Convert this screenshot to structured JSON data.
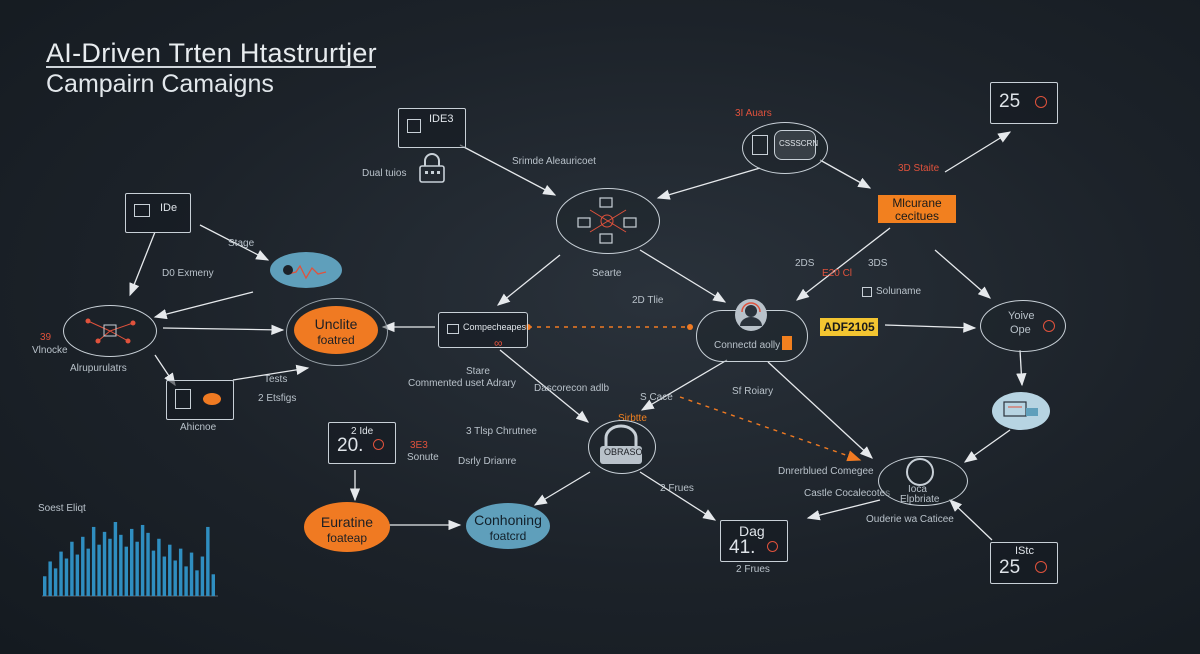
{
  "header": {
    "title": "AI-Driven Trten Htastrurtjer",
    "subtitle": "Campairn Camaigns"
  },
  "nodes": {
    "top_mid_box": {
      "label": "IDE3"
    },
    "dual_label": "Dual tuios",
    "left_box": {
      "label": "IDe"
    },
    "stage_label": "Stage",
    "left_hub": {
      "label_red": "39",
      "label": "Vlnocke",
      "caption": "Alrupurulatrs"
    },
    "db_label": "D0 Exmeny",
    "orange_ellipse": {
      "line1": "Unclite",
      "line2": "foatred"
    },
    "center_hub": {
      "caption": "Srimde Aleauricoet",
      "icon_caption": "Searte"
    },
    "top_right_hub": {
      "label": "3I Auars",
      "caption": "CSSSCRN"
    },
    "top_right_box": {
      "label": "25"
    },
    "orange_rect": {
      "line1": "Mlcurane",
      "line2": "cecitues"
    },
    "orange_rect_label": "3D Staite",
    "person_hub": {
      "caption": "Connectd aolly"
    },
    "yellow_rect": {
      "label": "ADF2105"
    },
    "scheme_label": "Soluname",
    "right_hub": {
      "line1": "Yoive",
      "line2": "Ope"
    },
    "right_blue_ellipse": {},
    "connector_box": {
      "label": "Compecheapes"
    },
    "stare_label": "Stare",
    "commented_label": "Commented uset Adrary",
    "decoration_label": "Dascorecon adlb",
    "lock_hub": {
      "label": "OBRASO",
      "caption": "Sirbtte"
    },
    "small_ex_label": "2 Etsfigs",
    "icon_box": {
      "caption": "Ahicnoe"
    },
    "box_2d": {
      "top": "2 Ide",
      "big": "20.",
      "red": "3E3"
    },
    "tests_label": "Tests",
    "oo_label": "3 Tlsp Chrutnee",
    "dsay_label": "Dsrly Drianre",
    "orange_pill_bottom": {
      "line1": "Euratine",
      "line2": "foateap"
    },
    "blue_pill_bottom": {
      "line1": "Conhoning",
      "line2": "foatcrd"
    },
    "box_dag": {
      "top": "Dag",
      "big": "41.",
      "caption": "2 Frues"
    },
    "bottom_right_hub": {
      "line1": "Ioca",
      "line2": "Elpbriate"
    },
    "bottom_right_box": {
      "label": "25",
      "top": "IStc"
    },
    "ext_label": "Dnrerblued Comegee",
    "cast_label": "Castle Cocalecotes",
    "ouderie_label": "Ouderie wa Caticee",
    "sf_label": "Sf Roiary",
    "n1_label": "2DS",
    "n2_label": "3DS",
    "misc_label": "2D Tlie",
    "a9_label": "Sonute",
    "ha_label": "S Cace",
    "e20_label": "E20 Cl"
  },
  "chart": {
    "title": "Soest Eliqt",
    "values": [
      20,
      35,
      28,
      45,
      38,
      55,
      42,
      60,
      48,
      70,
      52,
      65,
      58,
      75,
      62,
      50,
      68,
      55,
      72,
      64,
      46,
      58,
      40,
      52,
      36,
      48,
      30,
      44,
      26,
      40,
      70,
      22
    ],
    "color": "#2f8ec0"
  },
  "colors": {
    "arrow": "#e6e9ec",
    "dashed": "#f07a22",
    "accent_red": "#e0523c"
  }
}
